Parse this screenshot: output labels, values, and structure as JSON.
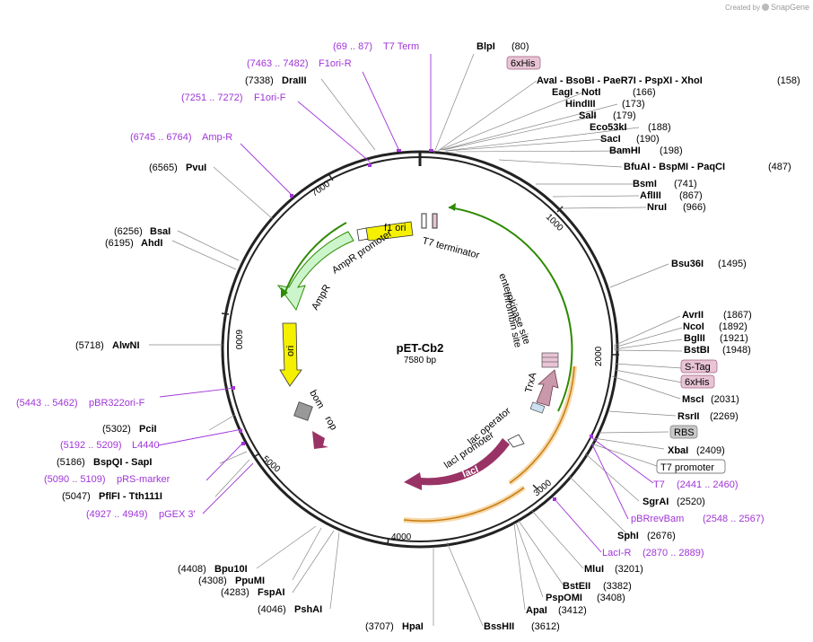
{
  "credit": {
    "prefix": "Created by",
    "brand": "SnapGene"
  },
  "plasmid": {
    "name": "pET-Cb2",
    "size": "7580 bp"
  },
  "ring_ticks": [
    "1000",
    "2000",
    "3000",
    "4000",
    "5000",
    "6000",
    "7000"
  ],
  "features": {
    "f1_ori": "f1 ori",
    "ampr_promoter": "AmpR promoter",
    "ampr": "AmpR",
    "ori": "ori",
    "bom": "bom",
    "rop": "rop",
    "t7_terminator": "T7 terminator",
    "enterokinase": "enterokinase site",
    "thrombin": "thrombin site",
    "trxa": "TrxA",
    "lac_operator": "lac operator",
    "laci_promoter": "lacI promoter",
    "laci": "lacI"
  },
  "sites_top": [
    {
      "enz": "BlpI",
      "pos": "(80)"
    },
    {
      "box": "6xHis"
    },
    {
      "enz": "AvaI  - BsoBI  - PaeR7I  - PspXI  - XhoI",
      "pos": "(158)"
    },
    {
      "enz": "EagI  - NotI",
      "pos": "(166)"
    },
    {
      "enz": "HindIII",
      "pos": "(173)"
    },
    {
      "enz": "SalI",
      "pos": "(179)"
    },
    {
      "enz": "Eco53kI",
      "pos": "(188)"
    },
    {
      "enz": "SacI",
      "pos": "(190)"
    },
    {
      "enz": "BamHI",
      "pos": "(198)"
    },
    {
      "enz": "BfuAI  - BspMI  - PaqCI",
      "pos": "(487)"
    },
    {
      "enz": "BsmI",
      "pos": "(741)"
    },
    {
      "enz": "AflIII",
      "pos": "(867)"
    },
    {
      "enz": "NruI",
      "pos": "(966)"
    }
  ],
  "sites_right": [
    {
      "enz": "Bsu36I",
      "pos": "(1495)"
    },
    {
      "enz": "AvrII",
      "pos": "(1867)"
    },
    {
      "enz": "NcoI",
      "pos": "(1892)"
    },
    {
      "enz": "BglII",
      "pos": "(1921)"
    },
    {
      "enz": "BstBI",
      "pos": "(1948)"
    },
    {
      "box": "S-Tag"
    },
    {
      "box": "6xHis"
    },
    {
      "enz": "MscI",
      "pos": "(2031)"
    },
    {
      "enz": "RsrII",
      "pos": "(2269)"
    },
    {
      "box": "RBS"
    },
    {
      "enz": "XbaI",
      "pos": "(2409)"
    },
    {
      "box": "T7 promoter"
    },
    {
      "primer": "T7",
      "pos": "(2441 .. 2460)"
    },
    {
      "enz": "SgrAI",
      "pos": "(2520)"
    },
    {
      "primer": "pBRrevBam",
      "pos": "(2548 .. 2567)"
    },
    {
      "enz": "SphI",
      "pos": "(2676)"
    },
    {
      "primer": "LacI-R",
      "pos": "(2870 .. 2889)"
    },
    {
      "enz": "MluI",
      "pos": "(3201)"
    },
    {
      "enz": "BstEII",
      "pos": "(3382)"
    },
    {
      "enz": "PspOMI",
      "pos": "(3408)"
    },
    {
      "enz": "ApaI",
      "pos": "(3412)"
    },
    {
      "enz": "BssHII",
      "pos": "(3612)"
    },
    {
      "enz": "HpaI",
      "pos": "(3707)"
    }
  ],
  "sites_left": [
    {
      "primer": "T7 Term",
      "pos": "(69 .. 87)"
    },
    {
      "primer": "F1ori-R",
      "pos": "(7463 .. 7482)"
    },
    {
      "enz": "DraIII",
      "pos": "(7338)"
    },
    {
      "primer": "F1ori-F",
      "pos": "(7251 .. 7272)"
    },
    {
      "primer": "Amp-R",
      "pos": "(6745 .. 6764)"
    },
    {
      "enz": "PvuI",
      "pos": "(6565)"
    },
    {
      "enz": "BsaI",
      "pos": "(6256)"
    },
    {
      "enz": "AhdI",
      "pos": "(6195)"
    },
    {
      "enz": "AlwNI",
      "pos": "(5718)"
    },
    {
      "primer": "pBR322ori-F",
      "pos": "(5443 .. 5462)"
    },
    {
      "enz": "PciI",
      "pos": "(5302)"
    },
    {
      "primer": "L4440",
      "pos": "(5192 .. 5209)"
    },
    {
      "enz": "BspQI  - SapI",
      "pos": "(5186)"
    },
    {
      "primer": "pRS-marker",
      "pos": "(5090 .. 5109)"
    },
    {
      "enz": "PflFI  - Tth111I",
      "pos": "(5047)"
    },
    {
      "primer": "pGEX 3'",
      "pos": "(4927 .. 4949)"
    },
    {
      "enz": "Bpu10I",
      "pos": "(4408)"
    },
    {
      "enz": "PpuMI",
      "pos": "(4308)"
    },
    {
      "enz": "FspAI",
      "pos": "(4283)"
    },
    {
      "enz": "PshAI",
      "pos": "(4046)"
    }
  ],
  "colors": {
    "backbone": "#222222",
    "primer": "#a035d8",
    "boxfill": "#e8c4d4",
    "rbsfill": "#c8c8c8",
    "f1ori": "#f5f000",
    "ampr": "#ccf5cc",
    "ori": "#f5f000",
    "laci": "#993366",
    "green": "#2d8a00",
    "orange": "#e8a030"
  }
}
